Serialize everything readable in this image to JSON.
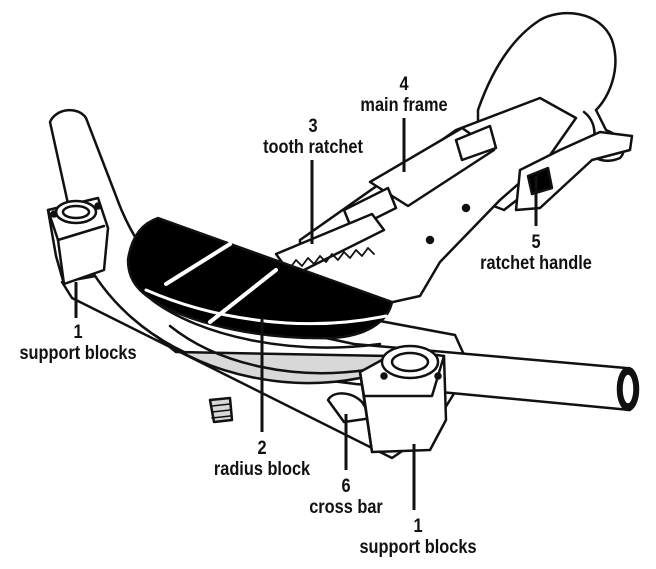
{
  "callouts": [
    {
      "id": "sb-left",
      "number": "1",
      "text": "support blocks"
    },
    {
      "id": "radius",
      "number": "2",
      "text": "radius block"
    },
    {
      "id": "ratchet",
      "number": "3",
      "text": "tooth ratchet"
    },
    {
      "id": "frame",
      "number": "4",
      "text": "main frame"
    },
    {
      "id": "handle",
      "number": "5",
      "text": "ratchet handle"
    },
    {
      "id": "crossbar",
      "number": "6",
      "text": "cross bar"
    },
    {
      "id": "sb-right",
      "number": "1",
      "text": "support blocks"
    }
  ],
  "colors": {
    "outline": "#111111",
    "fill": "#ffffff",
    "dark": "#000000",
    "shade": "#d8d8d8"
  }
}
